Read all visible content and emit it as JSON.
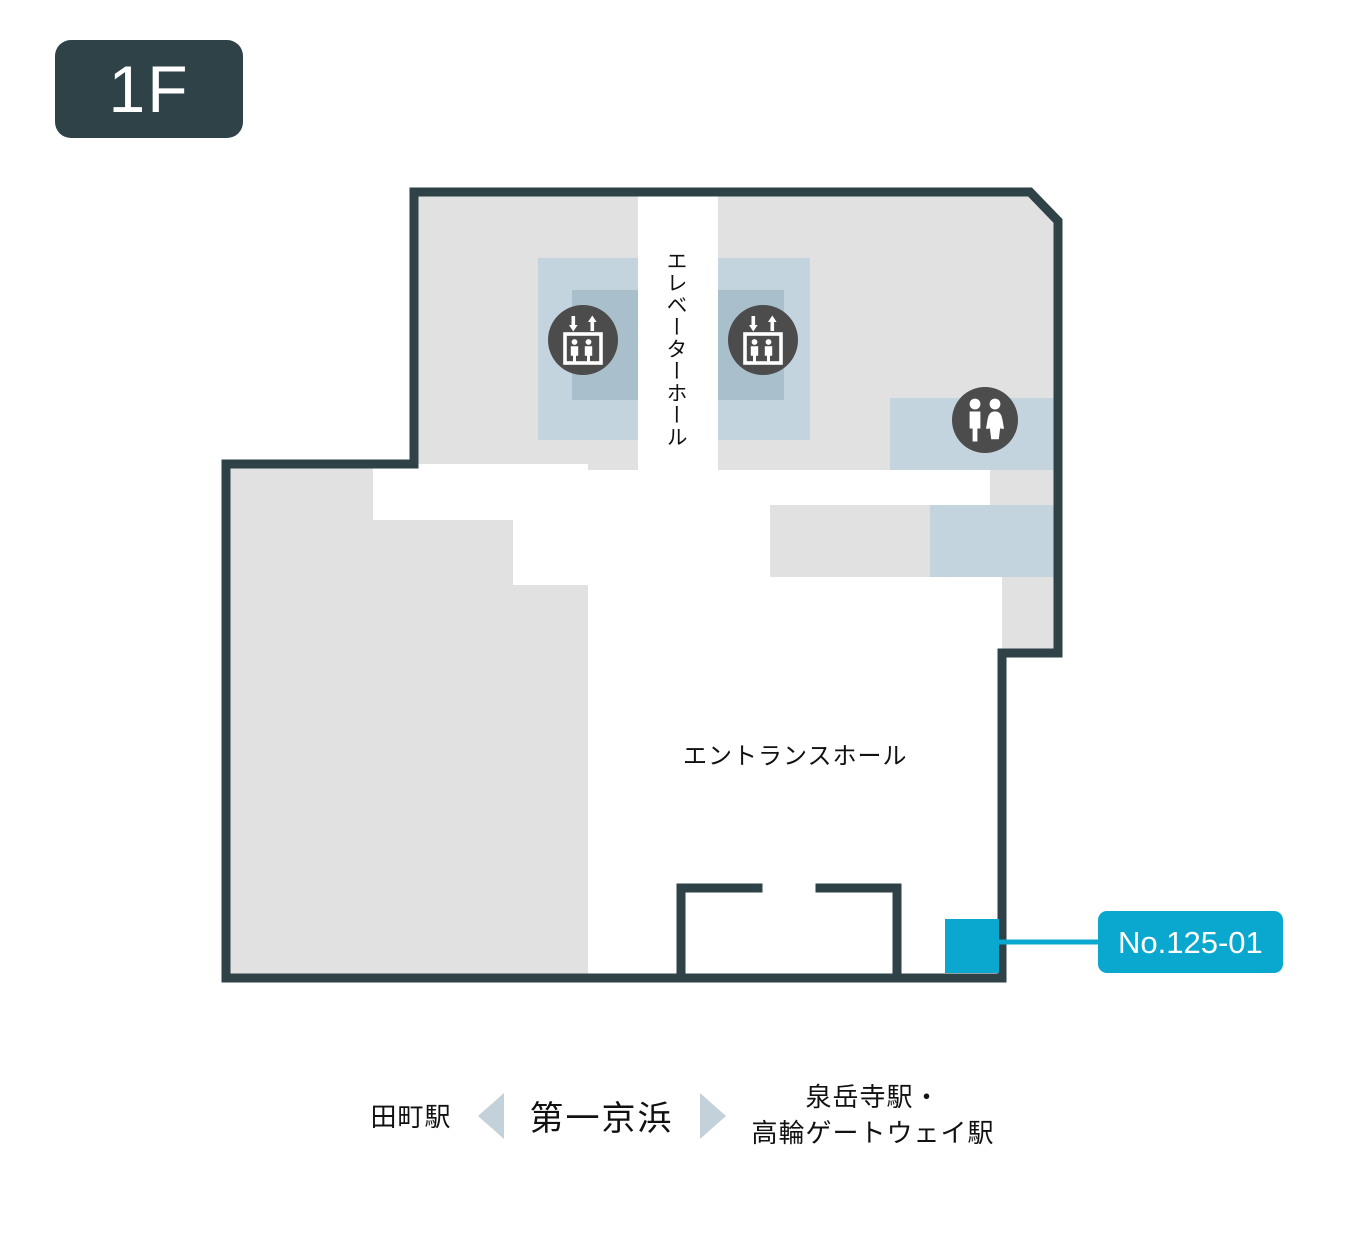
{
  "floor_badge": {
    "label": "1F"
  },
  "map": {
    "labels": {
      "elevator_hall": "エレベーターホール",
      "entrance_hall": "エントランスホール"
    },
    "icons": [
      {
        "name": "elevator-icon",
        "id": "elevator-left"
      },
      {
        "name": "elevator-icon",
        "id": "elevator-right"
      },
      {
        "name": "restroom-icon",
        "id": "restroom"
      }
    ],
    "room_marker": {
      "label": "No.125-01"
    },
    "colors": {
      "wall": "#2E4248",
      "floor_fill": "#E1E1E1",
      "zone_blue": "#C3D4DE",
      "zone_blue_dark": "#A9BFCC",
      "marker_cyan": "#0AA7CE",
      "icon_circle": "#4C4C4C",
      "badge_dark": "#2E4248",
      "arrow_gray": "#C3D2DA"
    }
  },
  "street_caption": {
    "station_left": "田町駅",
    "street_name": "第一京浜",
    "station_right_line1": "泉岳寺駅・",
    "station_right_line2": "高輪ゲートウェイ駅",
    "arrow_left": "triangle-left-icon",
    "arrow_right": "triangle-right-icon"
  }
}
